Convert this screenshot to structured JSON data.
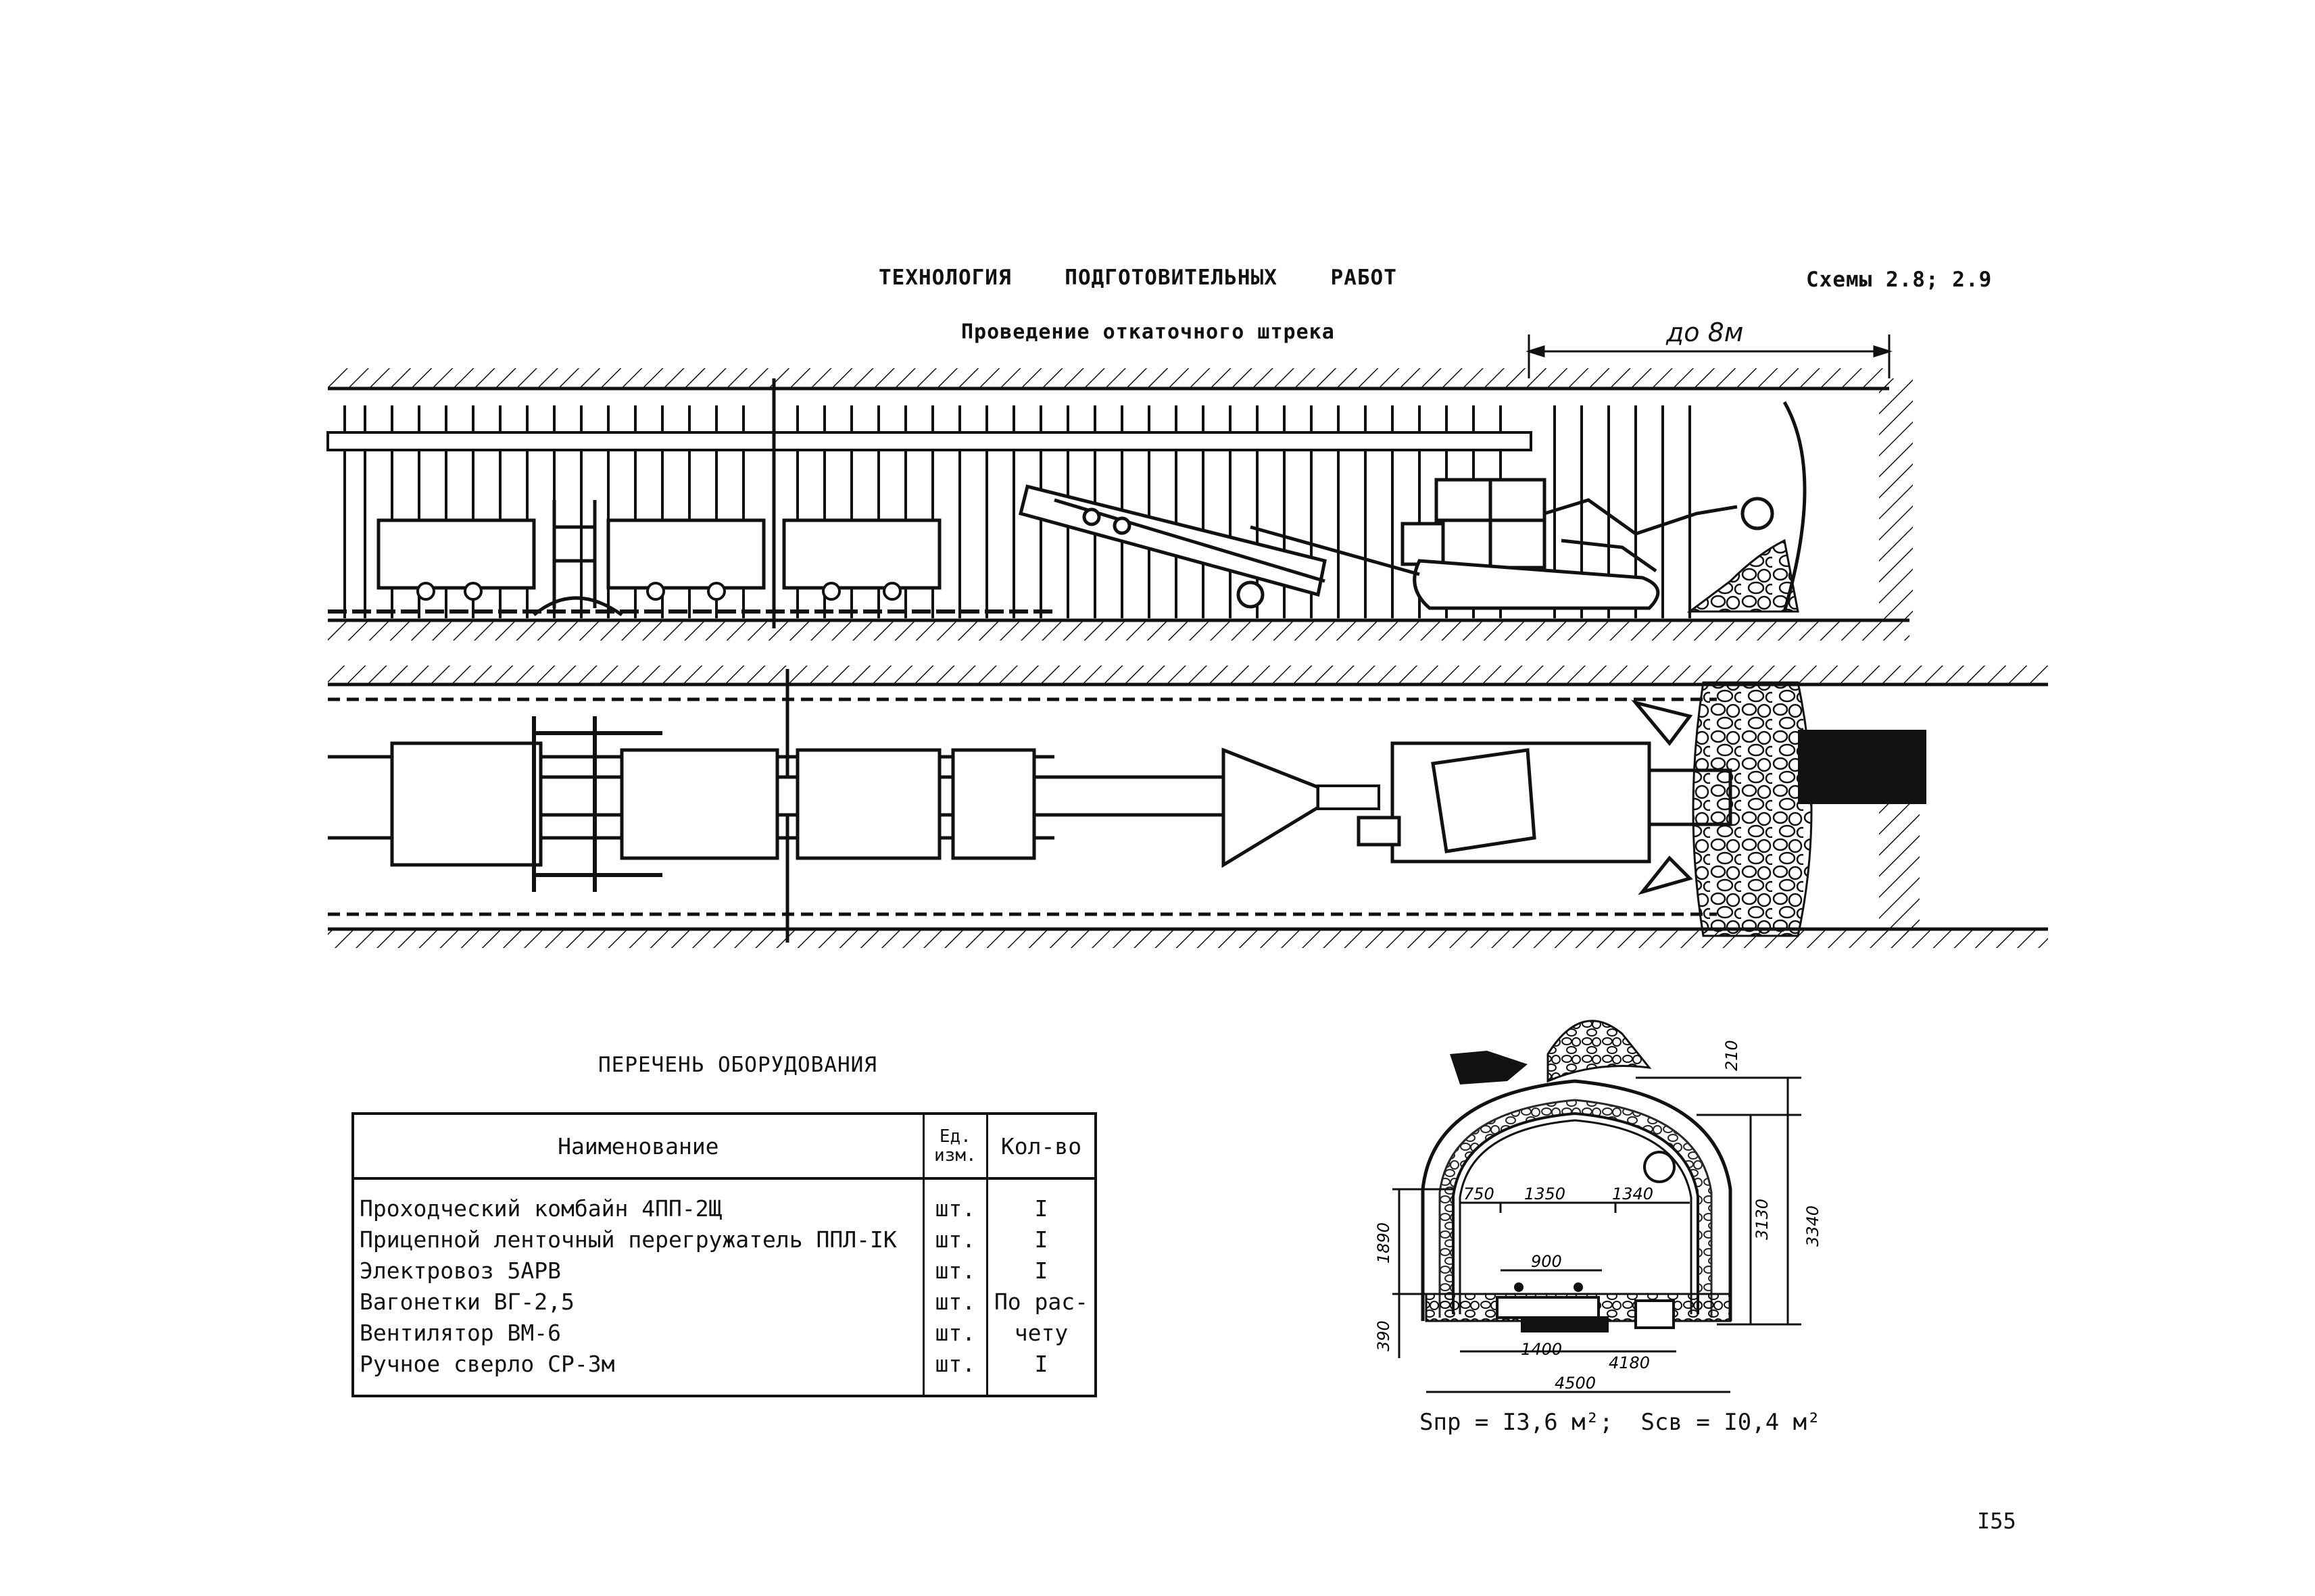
{
  "header": {
    "title": "ТЕХНОЛОГИЯ    ПОДГОТОВИТЕЛЬНЫХ    РАБОТ",
    "scheme_ref": "Схемы 2.8; 2.9"
  },
  "drawing": {
    "caption": "Проведение откаточного штрека",
    "dimension_label": "до 8м"
  },
  "equipment": {
    "title": "ПЕРЕЧЕНЬ ОБОРУДОВАНИЯ",
    "columns": {
      "name": "Наименование",
      "unit_line1": "Ед.",
      "unit_line2": "изм.",
      "qty": "Кол-во"
    },
    "rows": [
      {
        "name": "Проходческий комбайн 4ПП-2Щ",
        "unit": "шт.",
        "qty": "I"
      },
      {
        "name": "Прицепной ленточный перегружатель ППЛ-IК",
        "unit": "шт.",
        "qty": "I"
      },
      {
        "name": "Электровоз 5АРВ",
        "unit": "шт.",
        "qty": "I"
      },
      {
        "name": "Вагонетки ВГ-2,5",
        "unit": "шт.",
        "qty": "По рас-"
      },
      {
        "name": "Вентилятор ВМ-6",
        "unit": "шт.",
        "qty": "чету"
      },
      {
        "name": "Ручное сверло СР-3м",
        "unit": "шт.",
        "qty": "I"
      }
    ]
  },
  "cross_section": {
    "dims": {
      "d210": "210",
      "d3340": "3340",
      "d3130": "3130",
      "d1890": "1890",
      "d390": "390",
      "d750": "750",
      "d1350": "1350",
      "d1340": "1340",
      "d900": "900",
      "d1400": "1400",
      "d4180": "4180",
      "d4500": "4500"
    },
    "area_formula": "Sпр = I3,6 м²;  Sсв = I0,4 м²"
  },
  "page_number": "I55"
}
